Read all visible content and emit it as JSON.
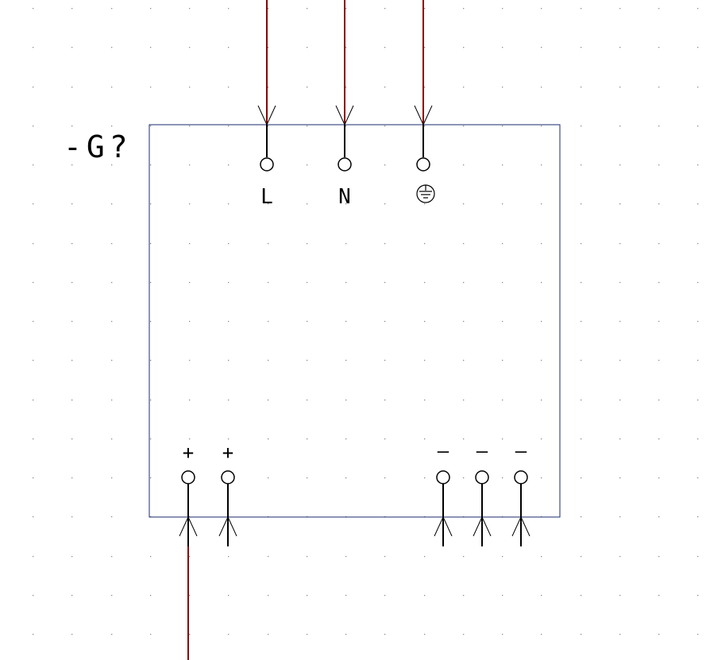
{
  "device": {
    "designation": "-G?",
    "input_terminals": [
      {
        "label": "L",
        "kind": "text"
      },
      {
        "label": "N",
        "kind": "text"
      },
      {
        "label": "",
        "kind": "ground",
        "icon": "protective-earth-icon"
      }
    ],
    "output_terminals_positive": [
      {
        "label": "+"
      },
      {
        "label": "+"
      }
    ],
    "output_terminals_negative": [
      {
        "label": "–"
      },
      {
        "label": "–"
      },
      {
        "label": "–"
      }
    ]
  },
  "colors": {
    "background": "#ffffff",
    "grid_dot": "#8c8c8c",
    "box_border": "#1a2a6c",
    "wire": "#8b0000",
    "symbol": "#000000"
  }
}
